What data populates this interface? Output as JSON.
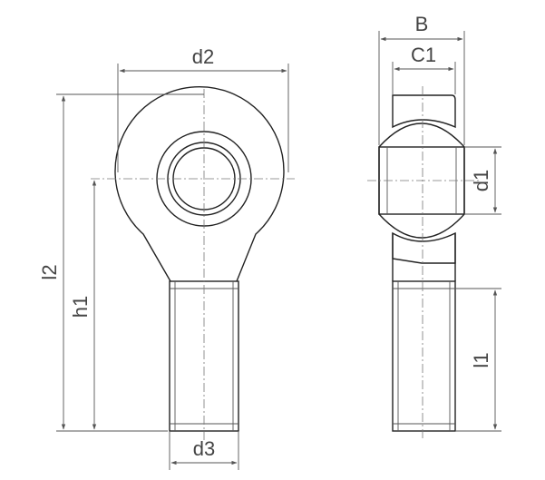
{
  "labels": {
    "d2": "d2",
    "l2": "l2",
    "h1": "h1",
    "d3": "d3",
    "B": "B",
    "C1": "C1",
    "d1": "d1",
    "l1": "l1"
  },
  "colors": {
    "line": "#222222",
    "dimension": "#444444",
    "background": "#ffffff"
  }
}
